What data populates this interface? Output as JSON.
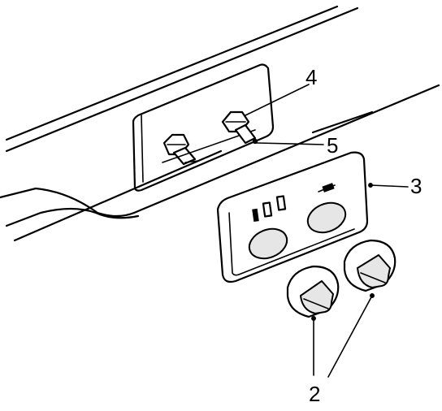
{
  "callouts": [
    {
      "id": "4",
      "label": "4"
    },
    {
      "id": "5",
      "label": "5"
    },
    {
      "id": "3",
      "label": "3"
    },
    {
      "id": "2",
      "label": "2"
    }
  ],
  "colors": {
    "line": "#000000",
    "background": "#ffffff",
    "panel_shade": "#e6e6e6"
  }
}
